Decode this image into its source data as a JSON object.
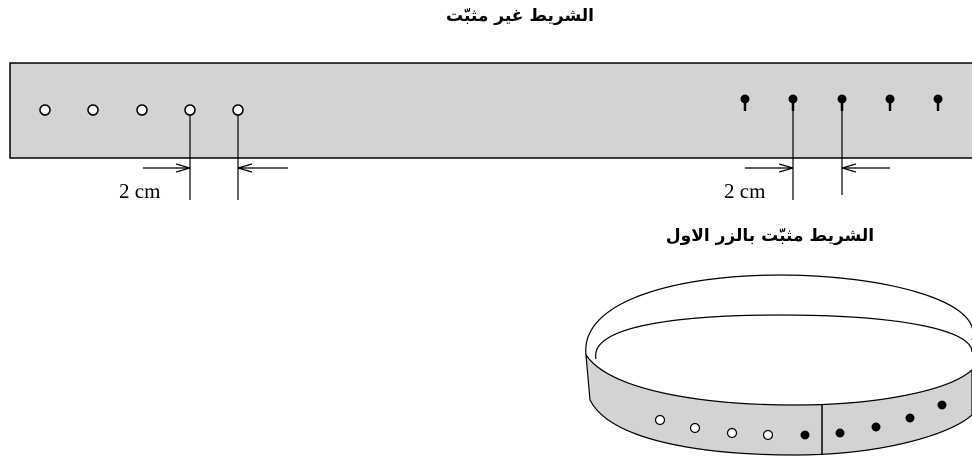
{
  "labels": {
    "unfastened": "الشريط غير مثبّت",
    "fastened": "الشريط مثبّت بالزر الاول"
  },
  "dimensions": {
    "left": "2 cm",
    "right": "2 cm"
  },
  "strap": {
    "holes_count": 5,
    "buttons_count": 5,
    "fill_color": "#d3d3d3",
    "stroke_color": "#000000"
  },
  "ring": {
    "holes_count": 4,
    "buttons_count": 5
  }
}
